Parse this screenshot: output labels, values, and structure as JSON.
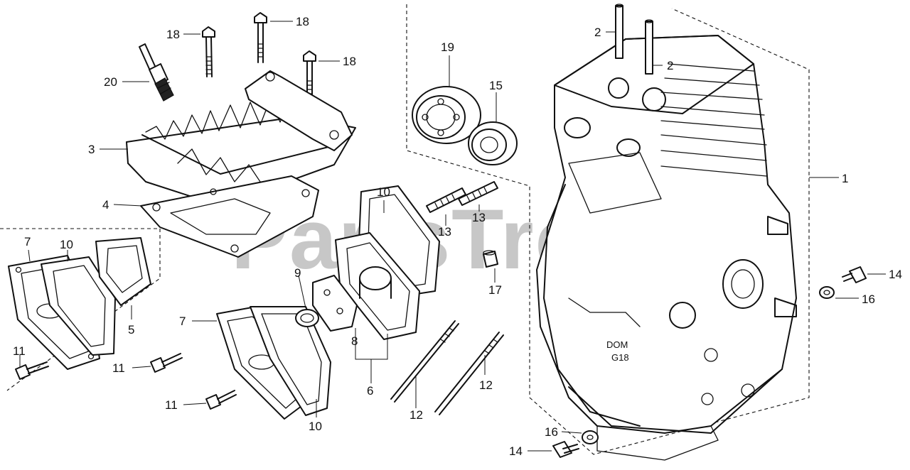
{
  "watermark": "PartsTree",
  "callouts": {
    "c2a": "2",
    "c2b": "2",
    "c19": "19",
    "c15": "15",
    "c18a": "18",
    "c18b": "18",
    "c18c": "18",
    "c20": "20",
    "c3": "3",
    "c4": "4",
    "c1": "1",
    "c10a": "10",
    "c10b": "10",
    "c10c": "10",
    "c13a": "13",
    "c13b": "13",
    "c7a": "7",
    "c7b": "7",
    "c5": "5",
    "c9": "9",
    "c17": "17",
    "c8": "8",
    "c6": "6",
    "c11a": "11",
    "c11b": "11",
    "c11c": "11",
    "c12a": "12",
    "c12b": "12",
    "c14a": "14",
    "c14b": "14",
    "c16a": "16",
    "c16b": "16"
  },
  "casting": {
    "mark1": "DOM",
    "mark2": "G18"
  }
}
